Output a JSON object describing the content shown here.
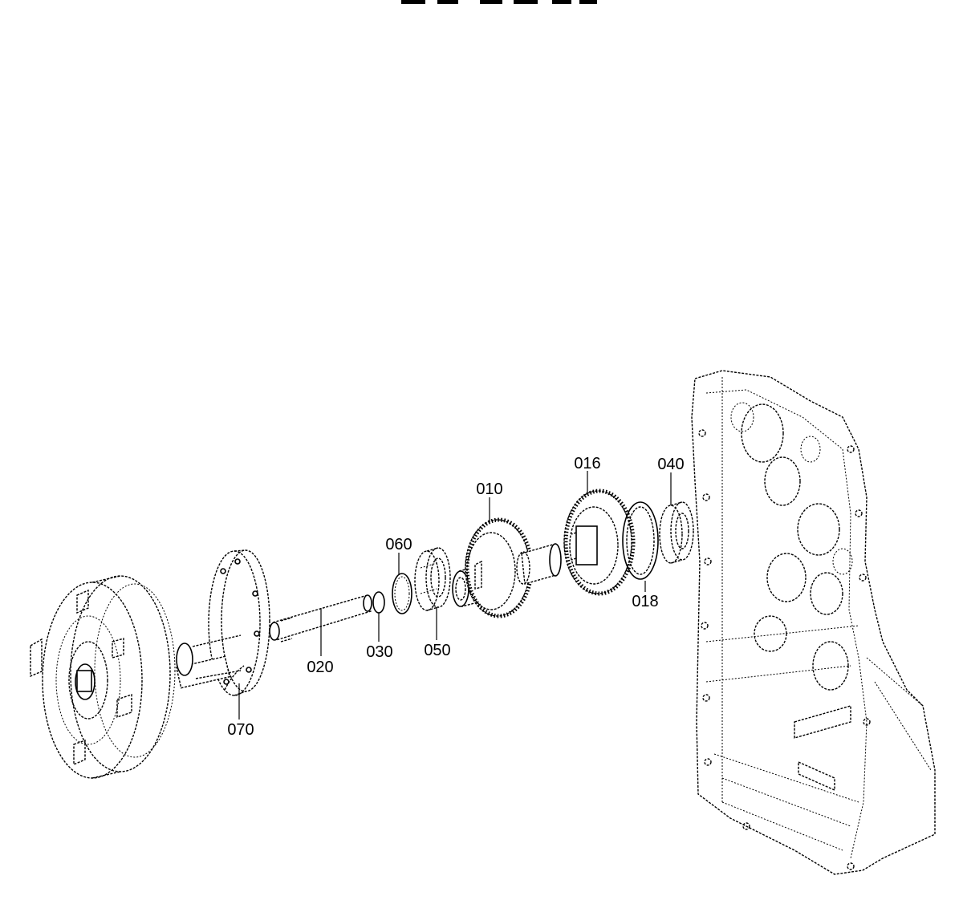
{
  "header": {
    "title_fragment": ""
  },
  "parts": [
    {
      "id": "p010",
      "label": "010"
    },
    {
      "id": "p016",
      "label": "016"
    },
    {
      "id": "p018",
      "label": "018"
    },
    {
      "id": "p020",
      "label": "020"
    },
    {
      "id": "p030",
      "label": "030"
    },
    {
      "id": "p040",
      "label": "040"
    },
    {
      "id": "p050",
      "label": "050"
    },
    {
      "id": "p060",
      "label": "060"
    },
    {
      "id": "p070",
      "label": "070"
    }
  ]
}
